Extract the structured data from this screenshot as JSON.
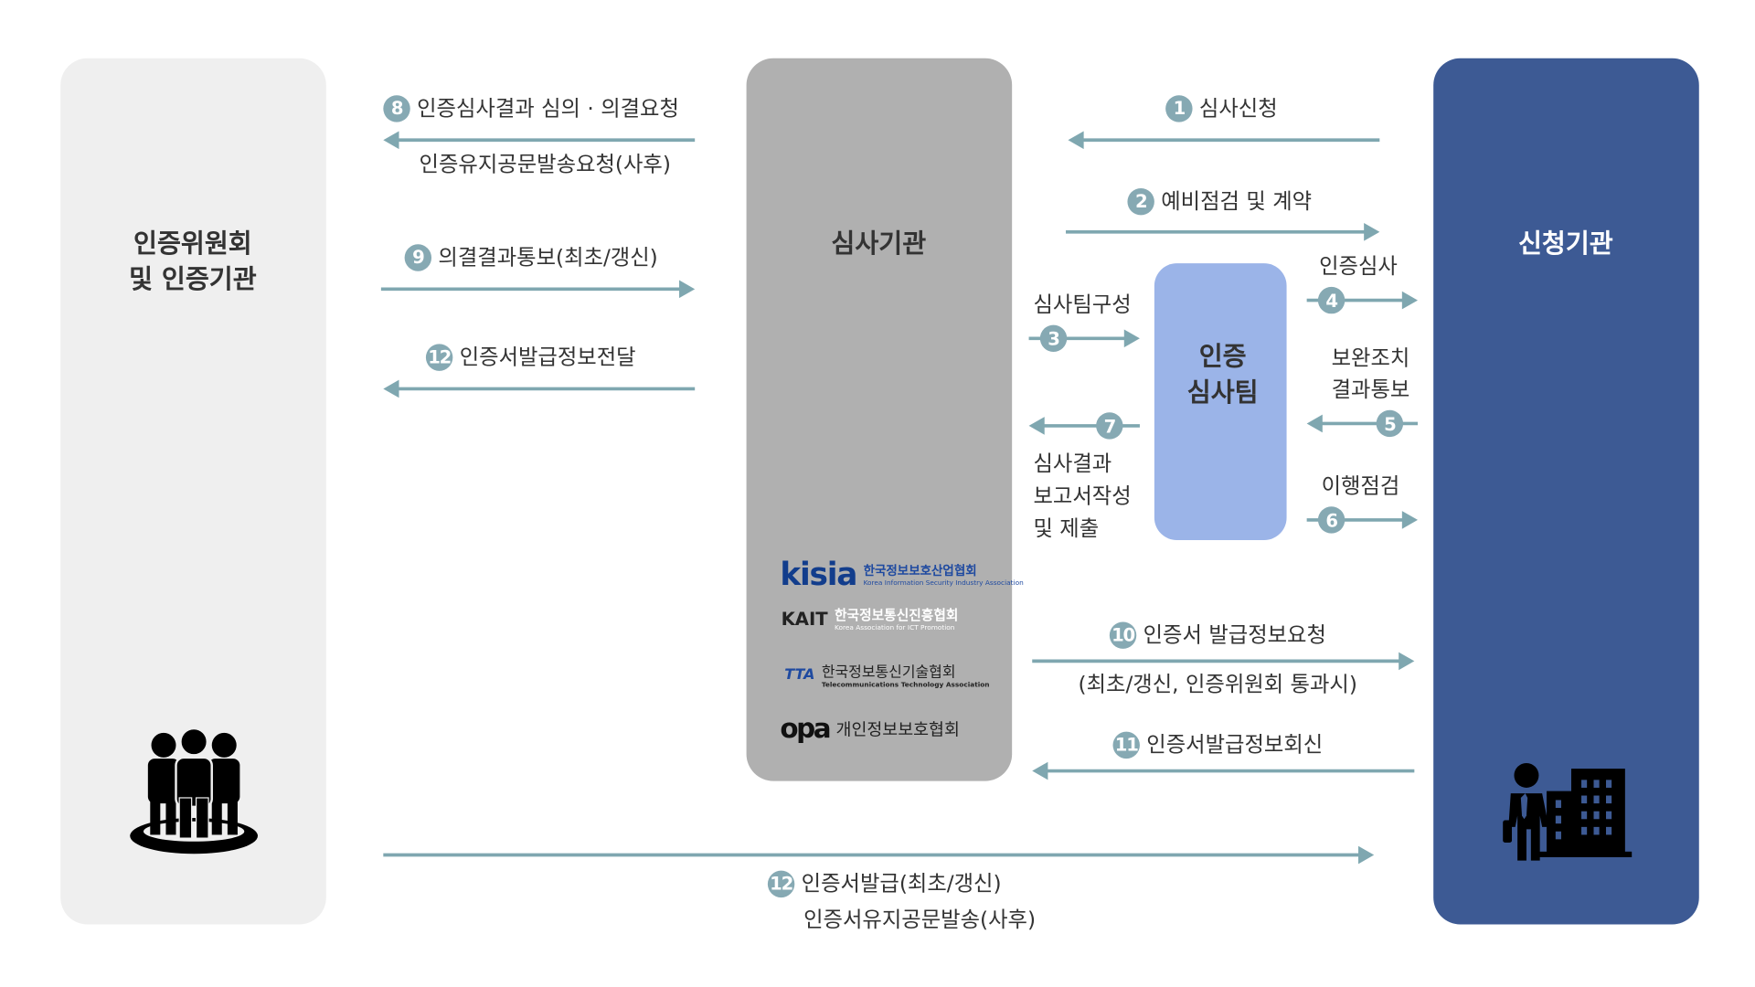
{
  "colors": {
    "arrow": "#7fa7b0",
    "left_box": "#efefef",
    "center_box": "#b0b0b0",
    "right_box": "#3d5a94",
    "team_box": "#9bb4e8"
  },
  "boxes": {
    "committee": {
      "line1": "인증위원회",
      "line2": "및 인증기관",
      "icon": "people-group-icon"
    },
    "auditor": {
      "title": "심사기관"
    },
    "applicant": {
      "title": "신청기관",
      "icon": "businessman-building-icon"
    },
    "team": {
      "line1": "인증",
      "line2": "심사팀"
    }
  },
  "steps": {
    "s8": {
      "num": "8",
      "label": "인증심사결과 심의 · 의결요청",
      "sub": "인증유지공문발송요청(사후)"
    },
    "s9": {
      "num": "9",
      "label": "의결결과통보(최초/갱신)"
    },
    "s12a": {
      "num": "12",
      "label": "인증서발급정보전달"
    },
    "s1": {
      "num": "1",
      "label": "심사신청"
    },
    "s2": {
      "num": "2",
      "label": "예비점검 및 계약"
    },
    "s3": {
      "num": "3",
      "label": "심사팀구성"
    },
    "s4": {
      "num": "4",
      "label": "인증심사"
    },
    "s5": {
      "num": "5",
      "label1": "보완조치",
      "label2": "결과통보"
    },
    "s6": {
      "num": "6",
      "label": "이행점검"
    },
    "s7": {
      "num": "7",
      "label1": "심사결과",
      "label2": "보고서작성",
      "label3": "및 제출"
    },
    "s10": {
      "num": "10",
      "label": "인증서 발급정보요청",
      "sub": "(최초/갱신, 인증위원회 통과시)"
    },
    "s11": {
      "num": "11",
      "label": "인증서발급정보회신"
    },
    "s12b": {
      "num": "12",
      "label": "인증서발급(최초/갱신)",
      "sub": "인증서유지공문발송(사후)"
    }
  },
  "logos": [
    {
      "mark": "kisia",
      "name": "한국정보보호산업협회",
      "en": "Korea Information Security Industry Association"
    },
    {
      "mark": "KAIT",
      "name": "한국정보통신진흥협회",
      "en": "Korea Association for ICT Promotion"
    },
    {
      "mark": "TTA",
      "name": "한국정보통신기술협회",
      "en": "Telecommunications Technology Association"
    },
    {
      "mark": "opa",
      "name": "개인정보보호협회"
    }
  ]
}
